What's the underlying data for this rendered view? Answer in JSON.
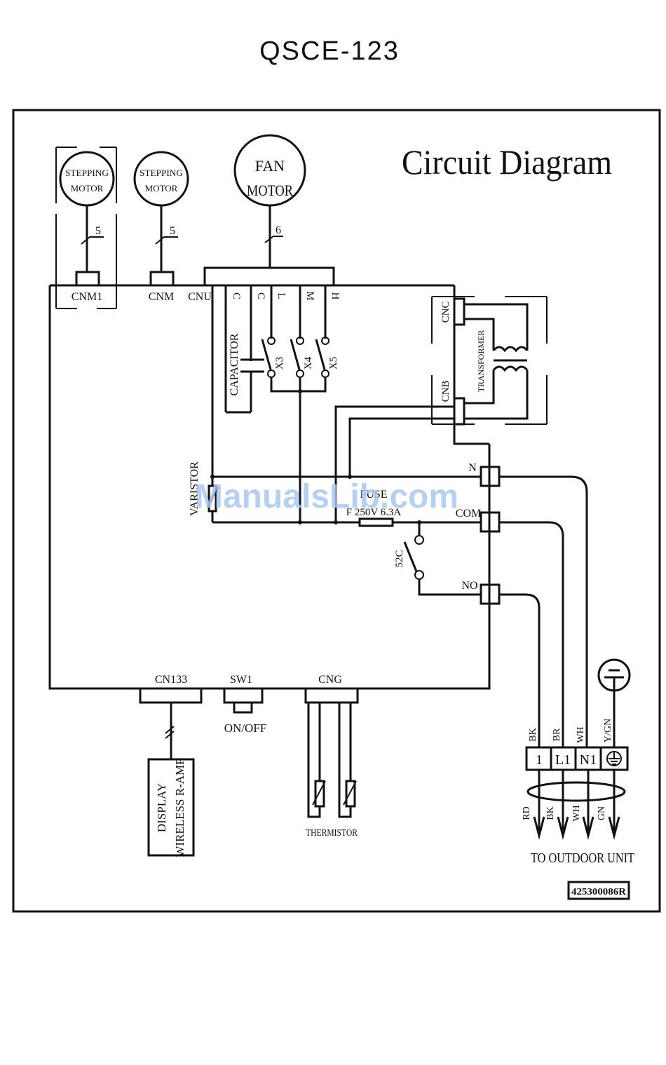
{
  "page": {
    "model_title": "QSCE-123",
    "diagram_title": "Circuit Diagram",
    "watermark": "ManualsLib.com",
    "part_number": "425300086R"
  },
  "motors": [
    {
      "label_line1": "STEPPING",
      "label_line2": "MOTOR",
      "wire_count": "5",
      "connector": "CNM1"
    },
    {
      "label_line1": "STEPPING",
      "label_line2": "MOTOR",
      "wire_count": "5",
      "connector": "CNM"
    },
    {
      "label_line1": "FAN",
      "label_line2": "MOTOR",
      "wire_count": "6",
      "connector": "CNU"
    }
  ],
  "fan_pins": [
    "C",
    "C",
    "L",
    "M",
    "H"
  ],
  "relays": [
    "X3",
    "X4",
    "X5"
  ],
  "components": {
    "capacitor": "CAPACITOR",
    "transformer": "TRANSFORMER",
    "cnc": "CNC",
    "cnb": "CNB",
    "varistor": "VARISTOR",
    "fuse_label": "FUSE",
    "fuse_rating": "F 250V 6.3A",
    "relay_52c": "52C",
    "terminal_n": "N",
    "terminal_com": "COM",
    "terminal_no": "NO",
    "cn133": "CN133",
    "sw1": "SW1",
    "sw1_caption": "ON/OFF",
    "cng": "CNG",
    "display_line1": "DISPLAY",
    "display_line2": "WIRELESS R-AMP",
    "thermistor": "THERMISTOR"
  },
  "terminal_block": {
    "incoming_colors": [
      "BK",
      "BR",
      "WH",
      "Y/GN"
    ],
    "terminals": [
      "1",
      "L1",
      "N1",
      "earth"
    ],
    "outgoing_colors": [
      "RD",
      "BK",
      "WH",
      "GN"
    ],
    "caption": "TO OUTDOOR UNIT"
  }
}
